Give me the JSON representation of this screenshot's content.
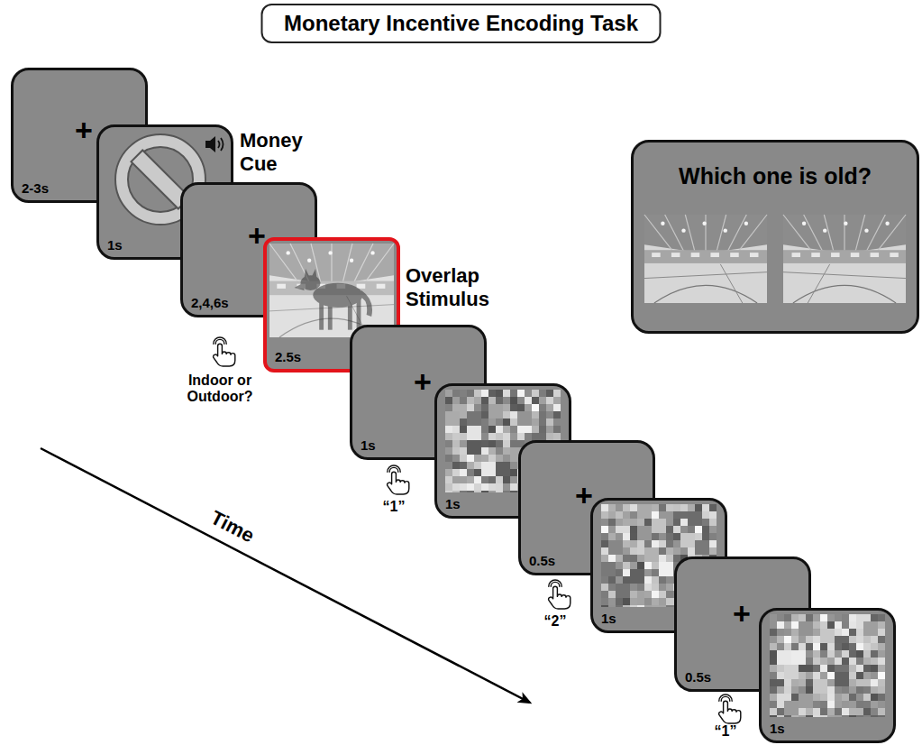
{
  "diagram": {
    "title": "Monetary Incentive Encoding Task",
    "nodes": [
      {
        "text": [
          "+",
          "2-3s"
        ]
      },
      {
        "text": [
          "1s",
          "Money Cue"
        ]
      },
      {
        "text": [
          "+",
          "2,4,6s"
        ]
      },
      {
        "text": [
          "2.5s",
          "Overlap Stimulus"
        ]
      },
      {
        "text": [
          "+",
          "1s"
        ]
      },
      {
        "text": [
          "1s"
        ]
      },
      {
        "text": [
          "+",
          "0.5s"
        ]
      },
      {
        "text": [
          "1s"
        ]
      },
      {
        "text": [
          "+",
          "0.5s"
        ]
      },
      {
        "text": [
          "1s"
        ]
      },
      {
        "text": [
          "Which one is old?"
        ]
      }
    ],
    "labels": [
      "Indoor or Outdoor?",
      "“1”",
      "“2”",
      "“1”",
      "Time"
    ]
  }
}
